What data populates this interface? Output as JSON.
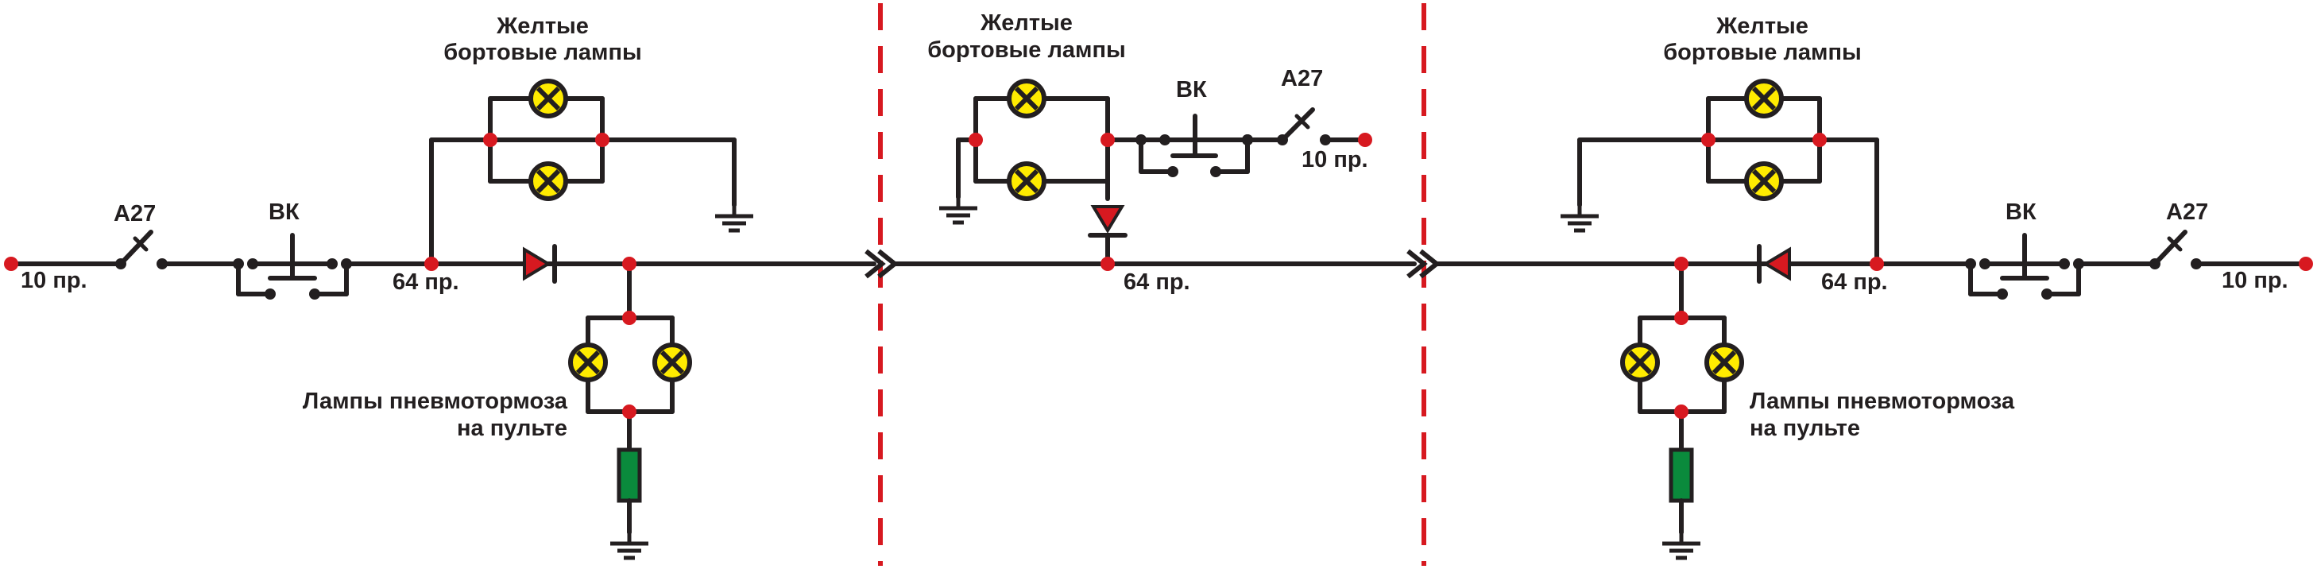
{
  "colors": {
    "wire": "#231f20",
    "node": "#d71920",
    "lamp_fill": "#ffeb00",
    "diode_fill": "#d71920",
    "resistor_fill": "#0a8a3c",
    "divider": "#d71920",
    "background": "#ffffff"
  },
  "icons": [
    "lamp-icon",
    "diode-icon",
    "switch-icon",
    "circuit-breaker-icon",
    "ground-icon",
    "resistor-icon",
    "connector-chevron-icon"
  ],
  "panels": [
    {
      "side_lamps_label_line1": "Желтые",
      "side_lamps_label_line2": "бортовые лампы",
      "breaker_label": "А27",
      "switch_label": "ВК",
      "wire_in_label": "10 пр.",
      "wire_64_label": "64 пр.",
      "console_lamps_label_line1": "Лампы пневмотормоза",
      "console_lamps_label_line2": "на пульте"
    },
    {
      "side_lamps_label_line1": "Желтые",
      "side_lamps_label_line2": "бортовые лампы",
      "switch_label": "ВК",
      "breaker_label": "А27",
      "wire_in_label": "10 пр.",
      "wire_64_label": "64 пр."
    },
    {
      "side_lamps_label_line1": "Желтые",
      "side_lamps_label_line2": "бортовые лампы",
      "switch_label": "ВК",
      "breaker_label": "А27",
      "wire_64_label": "64 пр.",
      "wire_in_label": "10 пр.",
      "console_lamps_label_line1": "Лампы пневмотормоза",
      "console_lamps_label_line2": "на пульте"
    }
  ]
}
